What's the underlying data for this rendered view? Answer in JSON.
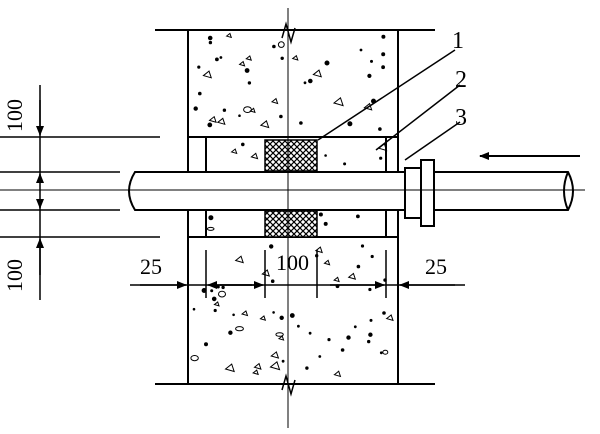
{
  "callouts": [
    "1",
    "2",
    "3"
  ],
  "dimensions": {
    "left_offset": "25",
    "center_width": "100",
    "right_offset": "25",
    "vertical_top": "100",
    "vertical_bottom": "100"
  },
  "colors": {
    "line": "#000000",
    "background": "#ffffff",
    "seal_fill": "#000000"
  }
}
